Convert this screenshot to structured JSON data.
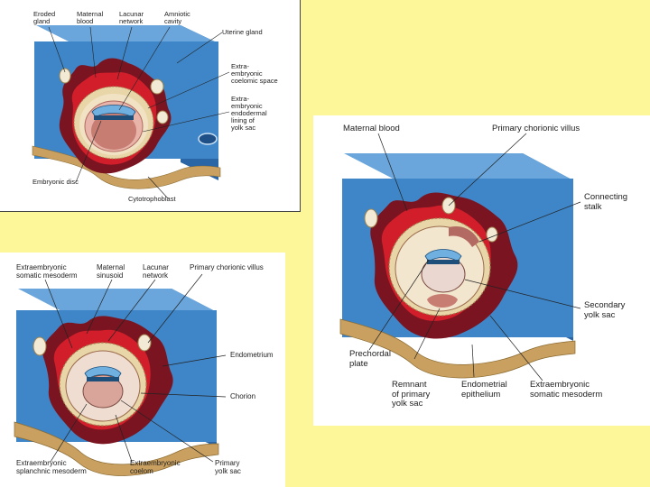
{
  "panels": {
    "top_left": {
      "labels": {
        "eroded_gland": "Eroded\ngland",
        "maternal_blood": "Maternal\nblood",
        "lacunar_network": "Lacunar\nnetwork",
        "amniotic_cavity": "Amniotic\ncavity",
        "uterine_gland": "Uterine gland",
        "extraembryonic_coelomic_space": "Extra-\nembryonic\ncoelomic space",
        "extraembryonic_endodermal_lining": "Extra-\nembryonic\nendodermal\nlining of\nyolk sac",
        "embryonic_disc": "Embryonic disc",
        "cytotrophoblast": "Cytotrophoblast"
      }
    },
    "right": {
      "labels": {
        "maternal_blood": "Maternal blood",
        "primary_chorionic_villus": "Primary chorionic villus",
        "connecting_stalk": "Connecting\nstalk",
        "secondary_yolk_sac": "Secondary\nyolk sac",
        "prechordal_plate": "Prechordal\nplate",
        "remnant_primary_yolk_sac": "Remnant\nof primary\nyolk sac",
        "endometrial_epithelium": "Endometrial\nepithelium",
        "extraembryonic_somatic_mesoderm": "Extraembryonic\nsomatic mesoderm"
      }
    },
    "bottom_left": {
      "labels": {
        "extraembryonic_somatic_mesoderm": "Extraembryonic\nsomatic mesoderm",
        "maternal_sinusoid": "Maternal\nsinusoid",
        "lacunar_network": "Lacunar\nnetwork",
        "primary_chorionic_villus": "Primary chorionic villus",
        "endometrium": "Endometrium",
        "chorion": "Chorion",
        "extraembryonic_splanchnic_mesoderm": "Extraembryonic\nsplanchnic mesoderm",
        "extraembryonic_coelom": "Extraembryonic\ncoelom",
        "primary_yolk_sac": "Primary\nyolk sac"
      }
    }
  },
  "colors": {
    "background": "#fdf79a",
    "endometrium_blue": "#3f86c8",
    "endometrium_top": "#6aa6dc",
    "endometrium_side": "#2a66a6",
    "trophoblast_dark": "#7a1420",
    "maternal_blood_red": "#d21e2b",
    "cytotrophoblast_beige": "#e8d6a8",
    "cavity_pink": "#e8b3a8",
    "amnion_blue": "#6fb0e0"
  }
}
